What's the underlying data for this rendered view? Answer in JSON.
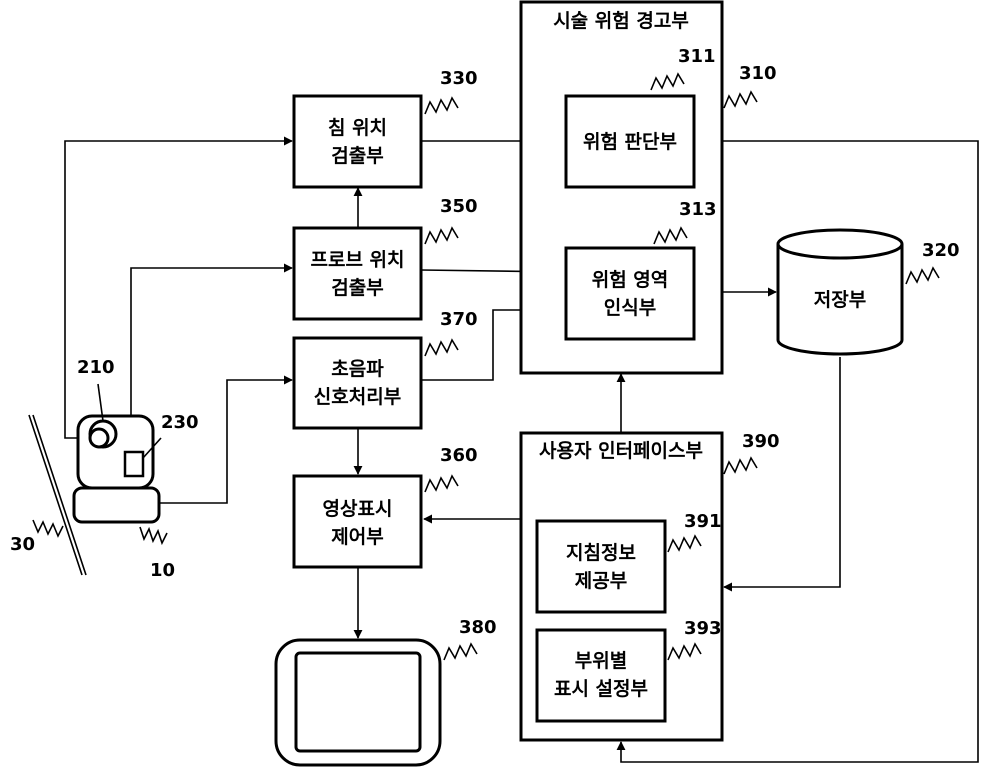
{
  "blocks": {
    "needle_detector": {
      "line1": "침 위치",
      "line2": "검출부",
      "ref": "330"
    },
    "probe_detector": {
      "line1": "프로브 위치",
      "line2": "검출부",
      "ref": "350"
    },
    "ultrasound_processor": {
      "line1": "초음파",
      "line2": "신호처리부",
      "ref": "370"
    },
    "display_controller": {
      "line1": "영상표시",
      "line2": "제어부",
      "ref": "360"
    },
    "monitor": {
      "ref": "380"
    },
    "risk_warning": {
      "title": "시술 위험 경고부",
      "ref": "310"
    },
    "risk_judge": {
      "line1": "위험 판단부",
      "ref": "311"
    },
    "risk_area": {
      "line1": "위험 영역",
      "line2": "인식부",
      "ref": "313"
    },
    "storage": {
      "line1": "저장부",
      "ref": "320"
    },
    "user_interface": {
      "title": "사용자 인터페이스부",
      "ref": "390"
    },
    "guide_info": {
      "line1": "지침정보",
      "line2": "제공부",
      "ref": "391"
    },
    "region_setting": {
      "line1": "부위별",
      "line2": "표시 설정부",
      "ref": "393"
    }
  },
  "probe": {
    "ref": "10",
    "needle_ref": "210",
    "sensor_ref": "230"
  },
  "skin": {
    "ref": "30"
  }
}
